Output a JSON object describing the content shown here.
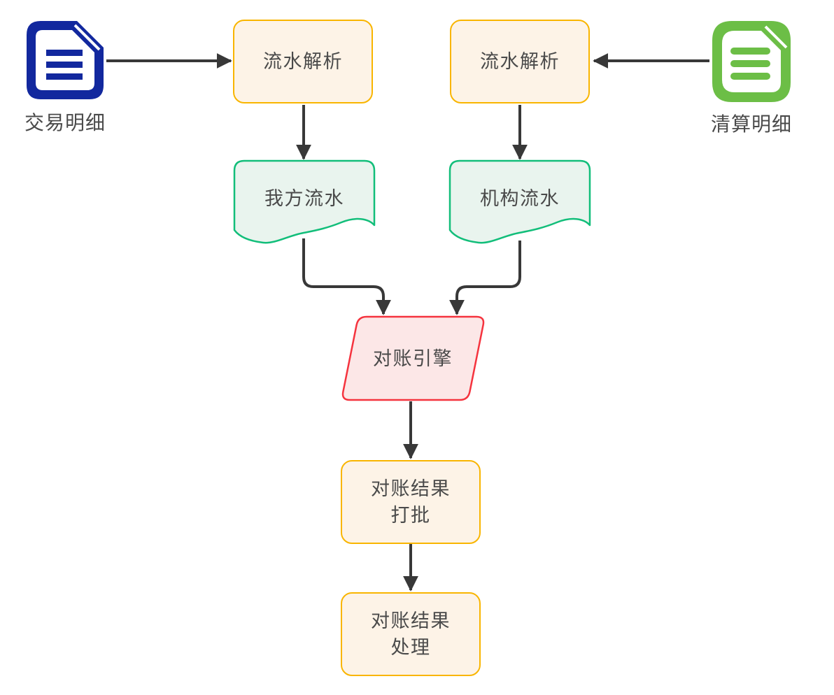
{
  "diagram": {
    "type": "flowchart",
    "colors": {
      "process_border": "#F9B500",
      "process_fill": "#FDF3E7",
      "document_border": "#12BE7A",
      "document_fill": "#E9F4EE",
      "engine_border": "#F5333E",
      "engine_fill": "#FCE7E7",
      "connector": "#383838",
      "node_text": "#4A4A4A",
      "transaction_icon_color": "#12289E",
      "clearing_icon_color": "#6CBE46"
    },
    "sources": {
      "transaction_detail": {
        "label": "交易明细",
        "icon": "blue-document-icon"
      },
      "clearing_detail": {
        "label": "清算明细",
        "icon": "green-document-icon"
      }
    },
    "nodes": {
      "flow_parse_left": {
        "label": "流水解析",
        "shape": "rounded-rect"
      },
      "flow_parse_right": {
        "label": "流水解析",
        "shape": "rounded-rect"
      },
      "our_flow": {
        "label": "我方流水",
        "shape": "document"
      },
      "institution_flow": {
        "label": "机构流水",
        "shape": "document"
      },
      "recon_engine": {
        "label": "对账引擎",
        "shape": "parallelogram"
      },
      "recon_result_batch": {
        "lines": [
          "对账结果",
          "打批"
        ],
        "shape": "rounded-rect"
      },
      "recon_result_process": {
        "lines": [
          "对账结果",
          "处理"
        ],
        "shape": "rounded-rect"
      }
    },
    "edges": [
      {
        "from": "transaction_detail",
        "to": "flow_parse_left"
      },
      {
        "from": "clearing_detail",
        "to": "flow_parse_right"
      },
      {
        "from": "flow_parse_left",
        "to": "our_flow"
      },
      {
        "from": "flow_parse_right",
        "to": "institution_flow"
      },
      {
        "from": "our_flow",
        "to": "recon_engine"
      },
      {
        "from": "institution_flow",
        "to": "recon_engine"
      },
      {
        "from": "recon_engine",
        "to": "recon_result_batch"
      },
      {
        "from": "recon_result_batch",
        "to": "recon_result_process"
      }
    ]
  }
}
